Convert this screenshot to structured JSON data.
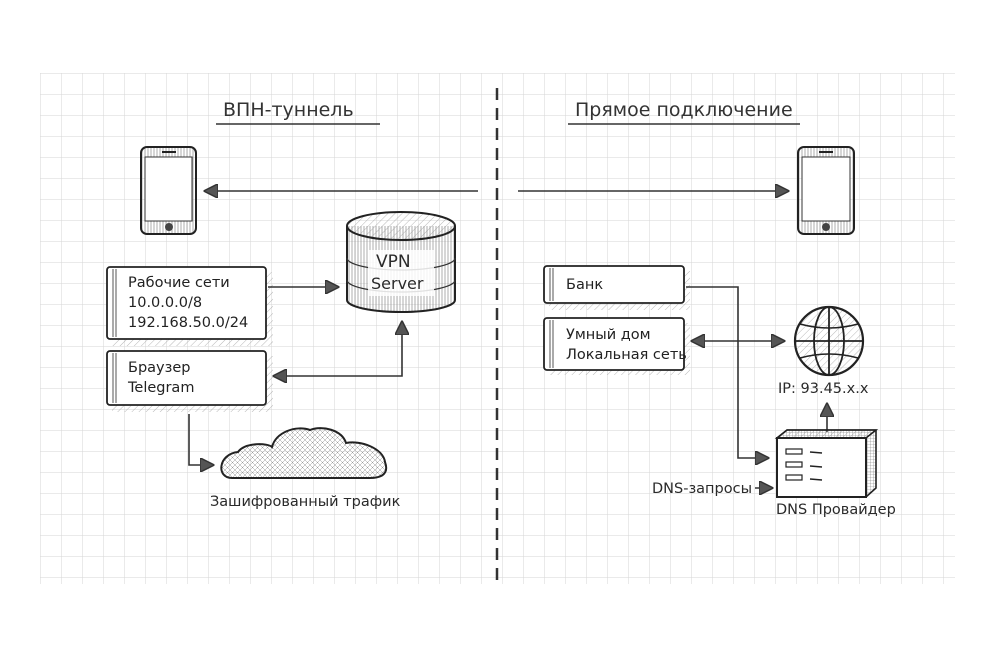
{
  "left": {
    "title": "ВПН-туннель",
    "vpn_server": {
      "line1": "VPN",
      "line2": "Server"
    },
    "work_networks": {
      "lines": [
        "Рабочие сети",
        "10.0.0.0/8",
        "192.168.50.0/24"
      ]
    },
    "apps": {
      "lines": [
        "Браузер",
        "Telegram"
      ]
    },
    "cloud_label": "Зашифрованный трафик"
  },
  "right": {
    "title": "Прямое подключение",
    "bank": {
      "lines": [
        "Банк"
      ]
    },
    "smart_home": {
      "lines": [
        "Умный дом",
        "Локальная сеть"
      ]
    },
    "ip_label": "IP: 93.45.x.x",
    "dns_queries_label": "DNS-запросы",
    "dns_provider_label": "DNS Провайдер"
  },
  "icons": {
    "left_phone": "smartphone-icon",
    "right_phone": "smartphone-icon",
    "vpn_server": "database-cylinder-icon",
    "cloud": "cloud-icon",
    "globe": "globe-icon",
    "dns_server": "server-rack-icon"
  },
  "colors": {
    "ink": "#2a2a2a",
    "grid": "#d9d9d9",
    "paper": "#ffffff"
  }
}
